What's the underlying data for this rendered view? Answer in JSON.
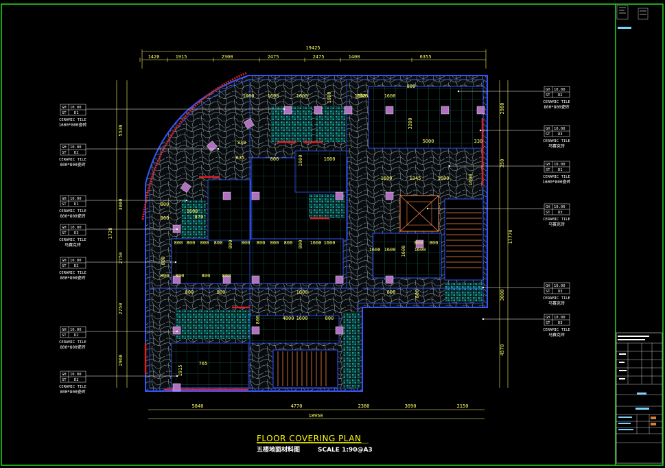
{
  "drawing": {
    "title": "FLOOR COVERING PLAN",
    "subtitle": "五楼地面材料图",
    "scale": "SCALE 1:90@A3",
    "colors": {
      "frame": "#22dd22",
      "wall": "#3355ff",
      "dim": "#ffff66",
      "leader": "#ffffff",
      "tile": "#00bbaa",
      "marble": "#8a9aa0",
      "column": "#b070c0",
      "stair": "#ff8844",
      "redwall": "#dd2222"
    }
  },
  "dimensions": {
    "top_overall": "19425",
    "top": [
      "1420",
      "1915",
      "2300",
      "2475",
      "2475",
      "1400",
      "6355"
    ],
    "bottom_overall": "18950",
    "bottom": [
      "5840",
      "4770",
      "2380",
      "3090",
      "2150"
    ],
    "left": [
      "5530",
      "3000",
      "1720",
      "2750",
      "2750",
      "2960"
    ],
    "right": [
      "2980",
      "350",
      "17770",
      "4570",
      "3000"
    ],
    "inner": [
      "1000",
      "1600",
      "1600",
      "1600",
      "1600",
      "1600",
      "1025",
      "800",
      "3200",
      "5000",
      "330",
      "330",
      "800",
      "1600",
      "1600",
      "1600",
      "1345",
      "1600",
      "1600",
      "1600",
      "800",
      "800",
      "800",
      "800",
      "800",
      "800",
      "800",
      "800",
      "800",
      "800",
      "800",
      "800",
      "800",
      "800",
      "1600",
      "1600",
      "1600",
      "1600",
      "1600",
      "1600",
      "800",
      "800",
      "800",
      "800",
      "800",
      "800",
      "800",
      "800",
      "800",
      "4800",
      "1600",
      "800",
      "765",
      "1915",
      "635",
      "1600",
      "870",
      "800"
    ]
  },
  "tags": [
    {
      "side": "left",
      "code1": "GH",
      "val1": "10.00",
      "code2": "ST",
      "val2": "D1",
      "material": "CERAMIC TILE",
      "note": "1600*800瓷砖"
    },
    {
      "side": "left",
      "code1": "GH",
      "val1": "10.00",
      "code2": "ST",
      "val2": "D2",
      "material": "CERAMIC TILE",
      "note": "800*800瓷砖"
    },
    {
      "side": "left",
      "code1": "GH",
      "val1": "10.00",
      "code2": "ST",
      "val2": "D1",
      "material": "CERAMIC TILE",
      "note": "800*800瓷砖"
    },
    {
      "side": "left",
      "code1": "GH",
      "val1": "10.00",
      "code2": "ST",
      "val2": "D3",
      "material": "CERAMIC TILE",
      "note": "马赛克砖"
    },
    {
      "side": "left",
      "code1": "GH",
      "val1": "10.00",
      "code2": "ST",
      "val2": "D2",
      "material": "CERAMIC TILE",
      "note": "800*800瓷砖"
    },
    {
      "side": "left",
      "code1": "GH",
      "val1": "10.00",
      "code2": "ST",
      "val2": "D2",
      "material": "CERAMIC TILE",
      "note": "800*800瓷砖"
    },
    {
      "side": "left",
      "code1": "GH",
      "val1": "10.00",
      "code2": "ST",
      "val2": "D2",
      "material": "CERAMIC TILE",
      "note": "800*800瓷砖"
    },
    {
      "side": "right",
      "code1": "GH",
      "val1": "10.00",
      "code2": "ST",
      "val2": "D2",
      "material": "CERAMIC TILE",
      "note": "800*800瓷砖"
    },
    {
      "side": "right",
      "code1": "GH",
      "val1": "10.00",
      "code2": "ST",
      "val2": "D3",
      "material": "CERAMIC TILE",
      "note": "马赛克砖"
    },
    {
      "side": "right",
      "code1": "GH",
      "val1": "10.00",
      "code2": "ST",
      "val2": "D1",
      "material": "CERAMIC TILE",
      "note": "1600*800瓷砖"
    },
    {
      "side": "right",
      "code1": "GH",
      "val1": "10.00",
      "code2": "ST",
      "val2": "D3",
      "material": "CERAMIC TILE",
      "note": "马赛克砖"
    },
    {
      "side": "right",
      "code1": "GH",
      "val1": "10.00",
      "code2": "ST",
      "val2": "D3",
      "material": "CERAMIC TILE",
      "note": "马赛克砖"
    },
    {
      "side": "right",
      "code1": "GH",
      "val1": "10.00",
      "code2": "ST",
      "val2": "D3",
      "material": "CERAMIC TILE",
      "note": "马赛克砖"
    }
  ]
}
